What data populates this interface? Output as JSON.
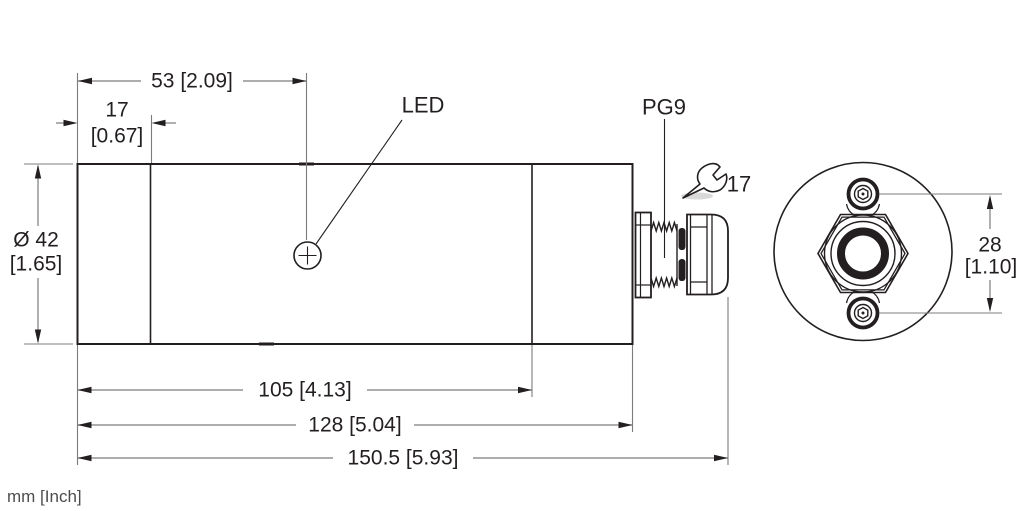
{
  "diagram": {
    "type": "technical-dimension-drawing",
    "units_note": "mm [Inch]",
    "labels": {
      "led": "LED",
      "cable_gland": "PG9",
      "wrench_size": "17"
    },
    "dims": {
      "top_length": "53 [2.09]",
      "head_length_mm": "17",
      "head_length_inch": "[0.67]",
      "diameter_mm": "Ø 42",
      "diameter_inch": "[1.65]",
      "body_length": "105 [4.13]",
      "housing_length": "128 [5.04]",
      "total_length": "150.5 [5.93]",
      "screw_spacing_mm": "28",
      "screw_spacing_inch": "[1.10]"
    },
    "colors": {
      "outline": "#231f20",
      "dimension_lines": "#7c7c7c",
      "units_text": "#4d4d4d",
      "background": "#ffffff"
    }
  }
}
